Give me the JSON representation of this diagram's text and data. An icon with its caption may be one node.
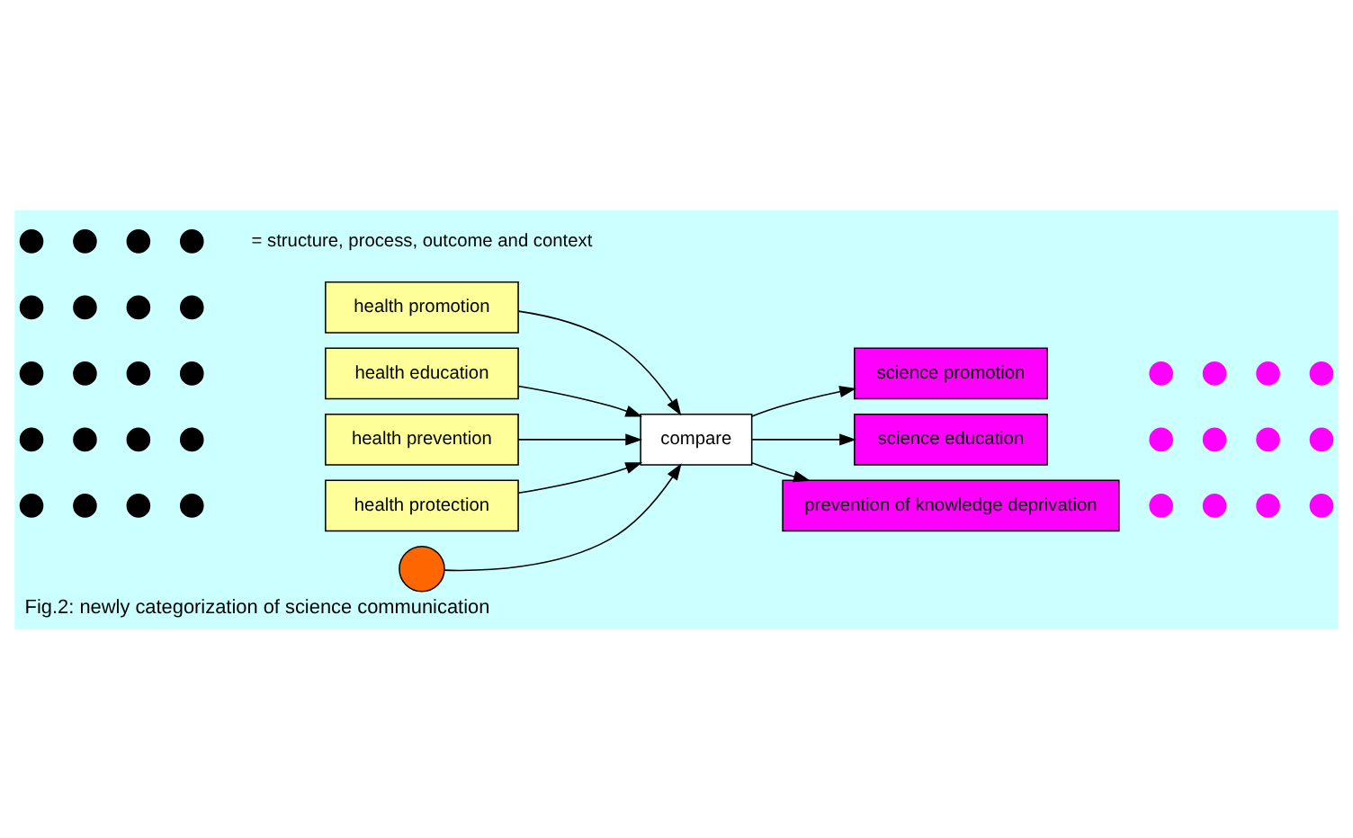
{
  "diagram": {
    "caption": "Fig.2: newly categorization of science communication",
    "nodes": [
      {
        "text": [],
        "shape": "circle"
      },
      {
        "text": [],
        "shape": "circle"
      },
      {
        "text": [],
        "shape": "circle"
      },
      {
        "text": [],
        "shape": "circle"
      },
      {
        "text": [
          "health promotion"
        ]
      },
      {
        "text": [],
        "shape": "circle"
      },
      {
        "text": [],
        "shape": "circle"
      },
      {
        "text": [],
        "shape": "circle"
      },
      {
        "text": [],
        "shape": "circle"
      },
      {
        "text": [
          "health education"
        ]
      },
      {
        "text": [],
        "shape": "circle"
      },
      {
        "text": [],
        "shape": "circle"
      },
      {
        "text": [],
        "shape": "circle"
      },
      {
        "text": [],
        "shape": "circle"
      },
      {
        "text": [
          "health prevention"
        ]
      },
      {
        "text": [],
        "shape": "circle"
      },
      {
        "text": [],
        "shape": "circle"
      },
      {
        "text": [],
        "shape": "circle"
      },
      {
        "text": [],
        "shape": "circle"
      },
      {
        "text": [
          "health protection"
        ]
      },
      {
        "text": [
          "compare"
        ]
      },
      {
        "text": [],
        "shape": "circle"
      },
      {
        "text": [],
        "shape": "circle"
      },
      {
        "text": [],
        "shape": "circle"
      },
      {
        "text": [],
        "shape": "circle"
      },
      {
        "text": [],
        "shape": "circle"
      },
      {
        "text": [
          "science promotion"
        ]
      },
      {
        "text": [],
        "shape": "circle"
      },
      {
        "text": [],
        "shape": "circle"
      },
      {
        "text": [],
        "shape": "circle"
      },
      {
        "text": [],
        "shape": "circle"
      },
      {
        "text": [
          "science education"
        ]
      },
      {
        "text": [],
        "shape": "circle"
      },
      {
        "text": [],
        "shape": "circle"
      },
      {
        "text": [],
        "shape": "circle"
      },
      {
        "text": [],
        "shape": "circle"
      },
      {
        "text": [
          "prevention of knowledge deprivation"
        ]
      },
      {
        "text": [],
        "shape": "circle"
      },
      {
        "text": [],
        "shape": "circle"
      },
      {
        "text": [],
        "shape": "circle"
      },
      {
        "text": [],
        "shape": "circle"
      }
    ],
    "edges": [
      {
        "from": 4,
        "to": 20,
        "arrow": "to"
      },
      {
        "from": 9,
        "to": 20,
        "arrow": "to"
      },
      {
        "from": 14,
        "to": 20,
        "arrow": "to"
      },
      {
        "from": 19,
        "to": 20,
        "arrow": "to"
      },
      {
        "from": 20,
        "to": 26,
        "arrow": "to"
      },
      {
        "from": 20,
        "to": 31,
        "arrow": "to"
      },
      {
        "from": 20,
        "to": 36,
        "arrow": "to"
      },
      {
        "from": 21,
        "to": 20,
        "arrow": "to"
      }
    ],
    "legend": [
      {
        "text": "= structure, process, outcome and context"
      }
    ]
  }
}
